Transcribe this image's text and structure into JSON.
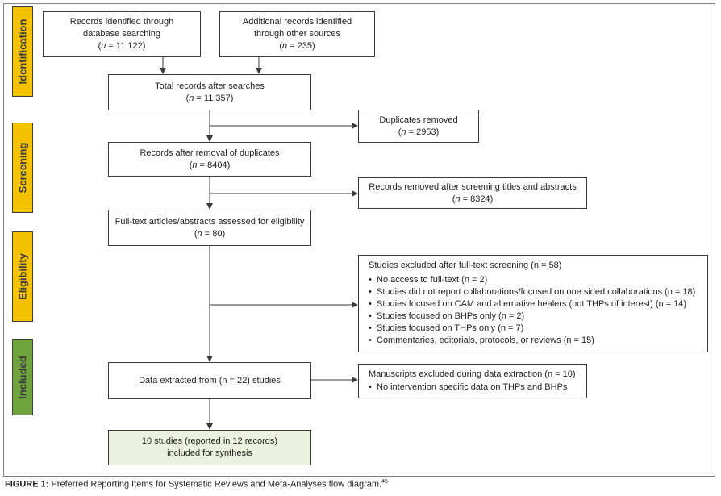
{
  "stages": {
    "identification": "Identification",
    "screening": "Screening",
    "eligibility": "Eligibility",
    "included": "Included"
  },
  "boxes": {
    "database": {
      "line1": "Records identified through",
      "line2": "database searching",
      "n_label": "n",
      "n_value": " = 11 122"
    },
    "other_sources": {
      "line1": "Additional records identified",
      "line2": "through other sources",
      "n_label": "n",
      "n_value": " = 235"
    },
    "total": {
      "line1": "Total records after searches",
      "n_label": "n",
      "n_value": " = 11 357"
    },
    "duplicates_removed": {
      "line1": "Duplicates removed",
      "n_label": "n",
      "n_value": " = 2953"
    },
    "after_duplicates": {
      "line1": "Records after removal of duplicates",
      "n_label": "n",
      "n_value": " = 8404"
    },
    "removed_screening": {
      "line1": "Records removed after screening titles and abstracts",
      "n_label": "n",
      "n_value": " = 8324"
    },
    "fulltext": {
      "line1": "Full-text articles/abstracts assessed for eligibility",
      "n_label": "n",
      "n_value": " = 80"
    },
    "excluded_fulltext": {
      "heading": "Studies excluded after full-text screening (n = 58)",
      "items": [
        "No access to full-text (n = 2)",
        "Studies did not report collaborations/focused on one sided collaborations (n = 18)",
        "Studies focused on CAM and alternative healers (not THPs of interest) (n = 14)",
        "Studies focused on BHPs only (n = 2)",
        "Studies focused on THPs only (n = 7)",
        "Commentaries, editorials, protocols, or reviews (n = 15)"
      ]
    },
    "extracted": {
      "line1": "Data extracted from (n = 22) studies"
    },
    "excluded_extraction": {
      "heading": "Manuscripts excluded during data extraction (n = 10)",
      "items": [
        "No intervention specific data on THPs and BHPs"
      ]
    },
    "final": {
      "line1": "10 studies (reported in 12 records)",
      "line2": "included for synthesis"
    }
  },
  "caption": {
    "label": "FIGURE 1:",
    "text": " Preferred Reporting Items for Systematic Reviews and Meta-Analyses flow diagram.",
    "ref": "45"
  },
  "colors": {
    "stage_yellow": "#f5c200",
    "stage_green": "#6ea33d",
    "final_fill": "#ebf1de",
    "line": "#3a3a3a"
  }
}
